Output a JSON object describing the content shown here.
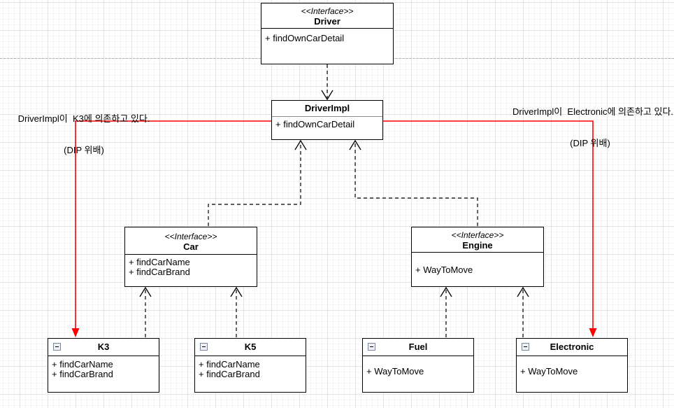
{
  "diagram_title": "DIP violation UML class diagram",
  "colors": {
    "dependency_arrow_red": "#ff0000",
    "shape_stroke": "#000000",
    "grid_major": "#e4e4e4",
    "grid_minor": "#f5f5f5"
  },
  "classes": {
    "driver": {
      "stereotype": "<<Interface>>",
      "name": "Driver",
      "methods": [
        "+ findOwnCarDetail"
      ]
    },
    "driver_impl": {
      "name": "DriverImpl",
      "methods": [
        "+ findOwnCarDetail"
      ]
    },
    "car": {
      "stereotype": "<<Interface>>",
      "name": "Car",
      "methods": [
        "+ findCarName",
        "+ findCarBrand"
      ]
    },
    "engine": {
      "stereotype": "<<Interface>>",
      "name": "Engine",
      "methods": [
        "+ WayToMove"
      ]
    },
    "k3": {
      "name": "K3",
      "methods": [
        "+ findCarName",
        "+ findCarBrand"
      ]
    },
    "k5": {
      "name": "K5",
      "methods": [
        "+ findCarName",
        "+ findCarBrand"
      ]
    },
    "fuel": {
      "name": "Fuel",
      "methods": [
        "+ WayToMove"
      ]
    },
    "electronic": {
      "name": "Electronic",
      "methods": [
        "+ WayToMove"
      ]
    }
  },
  "annotations": {
    "left": {
      "line1": "DriverImpl이  K3에 의존하고 있다.",
      "line2": "(DIP 위배)"
    },
    "right": {
      "line1": "DriverImpl이  Electronic에 의존하고 있다.",
      "line2": "(DIP 위배)"
    }
  }
}
